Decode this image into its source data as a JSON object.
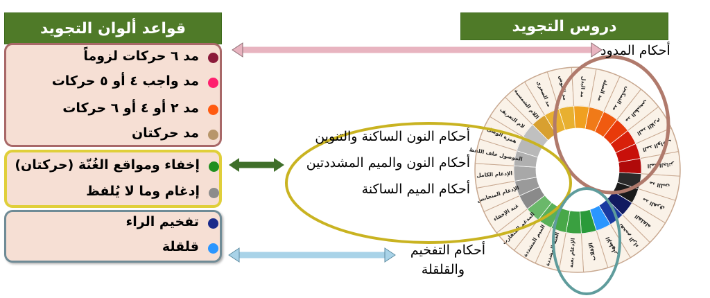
{
  "left_panel": {
    "title": "قواعد ألوان التجويد",
    "groups": {
      "madd": [
        {
          "text": "مد ٦ حركات لزوماً",
          "color": "#8b1a3a"
        },
        {
          "text": "مد واجب ٤ أو ٥ حركات",
          "color": "#ff1f6e"
        },
        {
          "text": "مد ٢ أو ٤ أو ٦ حركات",
          "color": "#ff5a10"
        },
        {
          "text": "مد حركتان",
          "color": "#b8966a"
        }
      ],
      "ghunna": [
        {
          "text": "إخفاء ومواقع الغُنّة (حركتان)",
          "color": "#1f8f1f"
        },
        {
          "text": "إدغام وما لا يُلفظ",
          "color": "#8c8c8c"
        }
      ],
      "tafkhim": [
        {
          "text": "تفخيم الراء",
          "color": "#1a2a8a"
        },
        {
          "text": "قلقلة",
          "color": "#2a96ff"
        }
      ]
    }
  },
  "right_panel": {
    "title": "دروس التجويد"
  },
  "callouts": {
    "madd": "أحكام المدود",
    "noon_line1": "أحكام النون الساكنة والتنوين",
    "noon_line2": "أحكام النون والميم المشددتين",
    "noon_line3": "أحكام الميم الساكنة",
    "tafkhim_line1": "أحكام التفخيم",
    "tafkhim_line2": "والقلقلة"
  },
  "wheel": {
    "outer_labels": [
      "مد العوض",
      "مد البدل",
      "مد الصلة",
      "مد التمكين",
      "مد الطبيعي",
      "المد اللازم",
      "المد الواجب",
      "المد الجائز",
      "مد اللين",
      "مد الفرق",
      "القلقلة",
      "تفخيم الراء",
      "الإظهار",
      "الإقلاب",
      "الإدغام بغنة",
      "الغنة المشددة",
      "الميم المشددة",
      "المدغم المتقارب",
      "غنة الإخفاء",
      "الإدغام المتجانس",
      "الإدغام الكامل",
      "الموصول خلف اللفظ",
      "همزة الوصل",
      "لام التعريف",
      "اللام الشمسية",
      "مد الصغرى"
    ]
  }
}
